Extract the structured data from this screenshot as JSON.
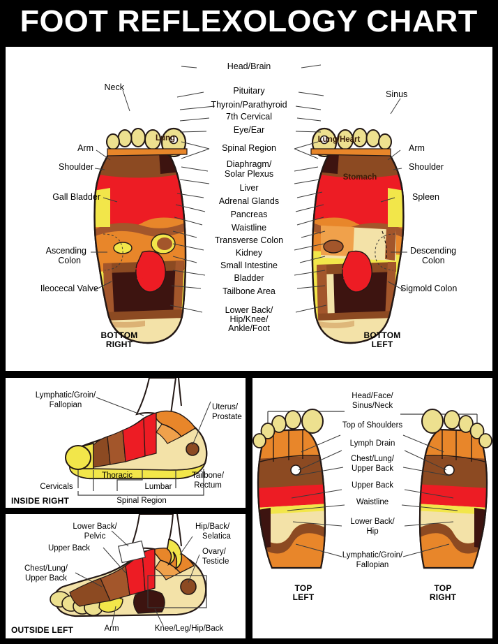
{
  "header": {
    "title": "FOOT REFLEXOLOGY CHART"
  },
  "colors": {
    "red": "#ED1C24",
    "orange": "#E8862A",
    "light_orange": "#F0A14B",
    "yellow": "#F2E64A",
    "pale_yellow": "#F3E2A8",
    "brown": "#8C4A22",
    "dark_brown": "#3D1410",
    "mid_brown": "#A3562B",
    "outline": "#231815",
    "title_bg": "#000000",
    "title_fg": "#FFFFFF",
    "leader": "#3A3A3A"
  },
  "main_panel": {
    "caption_left": "BOTTOM\nRIGHT",
    "caption_left_line1": "BOTTOM",
    "caption_left_line2": "RIGHT",
    "caption_right_line1": "BOTTOM",
    "caption_right_line2": "LEFT",
    "center_labels": [
      "Head/Brain",
      "Pituitary",
      "Thyroin/Parathyroid",
      "7th Cervical",
      "Eye/Ear",
      "Spinal Region",
      "Diaphragm/",
      "Solar Plexus",
      "Liver",
      "Adrenal Glands",
      "Pancreas",
      "Waistline",
      "Transverse Colon",
      "Kidney",
      "Small Intestine",
      "Bladder",
      "Tailbone Area",
      "Lower Back/",
      "Hip/Knee/",
      "Ankle/Foot"
    ],
    "left_labels": [
      "Neck",
      "Arm",
      "Shoulder",
      "Gall Bladder",
      "Ascending",
      "Colon",
      "Ileocecal Valve"
    ],
    "right_labels": [
      "Sinus",
      "Arm",
      "Shoulder",
      "Spleen",
      "Descending",
      "Colon",
      "Sigmold Colon"
    ],
    "in_foot_labels": {
      "left_foot": "Lung",
      "right_foot_upper": "Lung/Heart",
      "right_foot_lower": "Stomach"
    }
  },
  "inside_right_panel": {
    "caption": "INSIDE RIGHT",
    "labels": [
      "Lymphatic/Groin/",
      "Fallopian",
      "Uterus/",
      "Prostate",
      "Cervicals",
      "Thoracic",
      "Lumbar",
      "Tailbone/",
      "Rectum",
      "Spinal Region"
    ]
  },
  "outside_left_panel": {
    "caption": "OUTSIDE LEFT",
    "labels": [
      "Lower Back/",
      "Pelvic",
      "Upper Back",
      "Chest/Lung/",
      "Upper Back",
      "Hip/Back/",
      "Selatica",
      "Ovary/",
      "Testicle",
      "Arm",
      "Knee/Leg/Hip/Back"
    ]
  },
  "top_panel": {
    "caption_left_line1": "TOP",
    "caption_left_line2": "LEFT",
    "caption_right_line1": "TOP",
    "caption_right_line2": "RIGHT",
    "labels": [
      "Head/Face/",
      "Sinus/Neck",
      "Top of Shoulders",
      "Lymph Drain",
      "Chest/Lung/",
      "Upper Back",
      "Upper Back",
      "Waistline",
      "Lower Back/",
      "Hip",
      "Lymphatic/Groin/",
      "Fallopian"
    ]
  }
}
